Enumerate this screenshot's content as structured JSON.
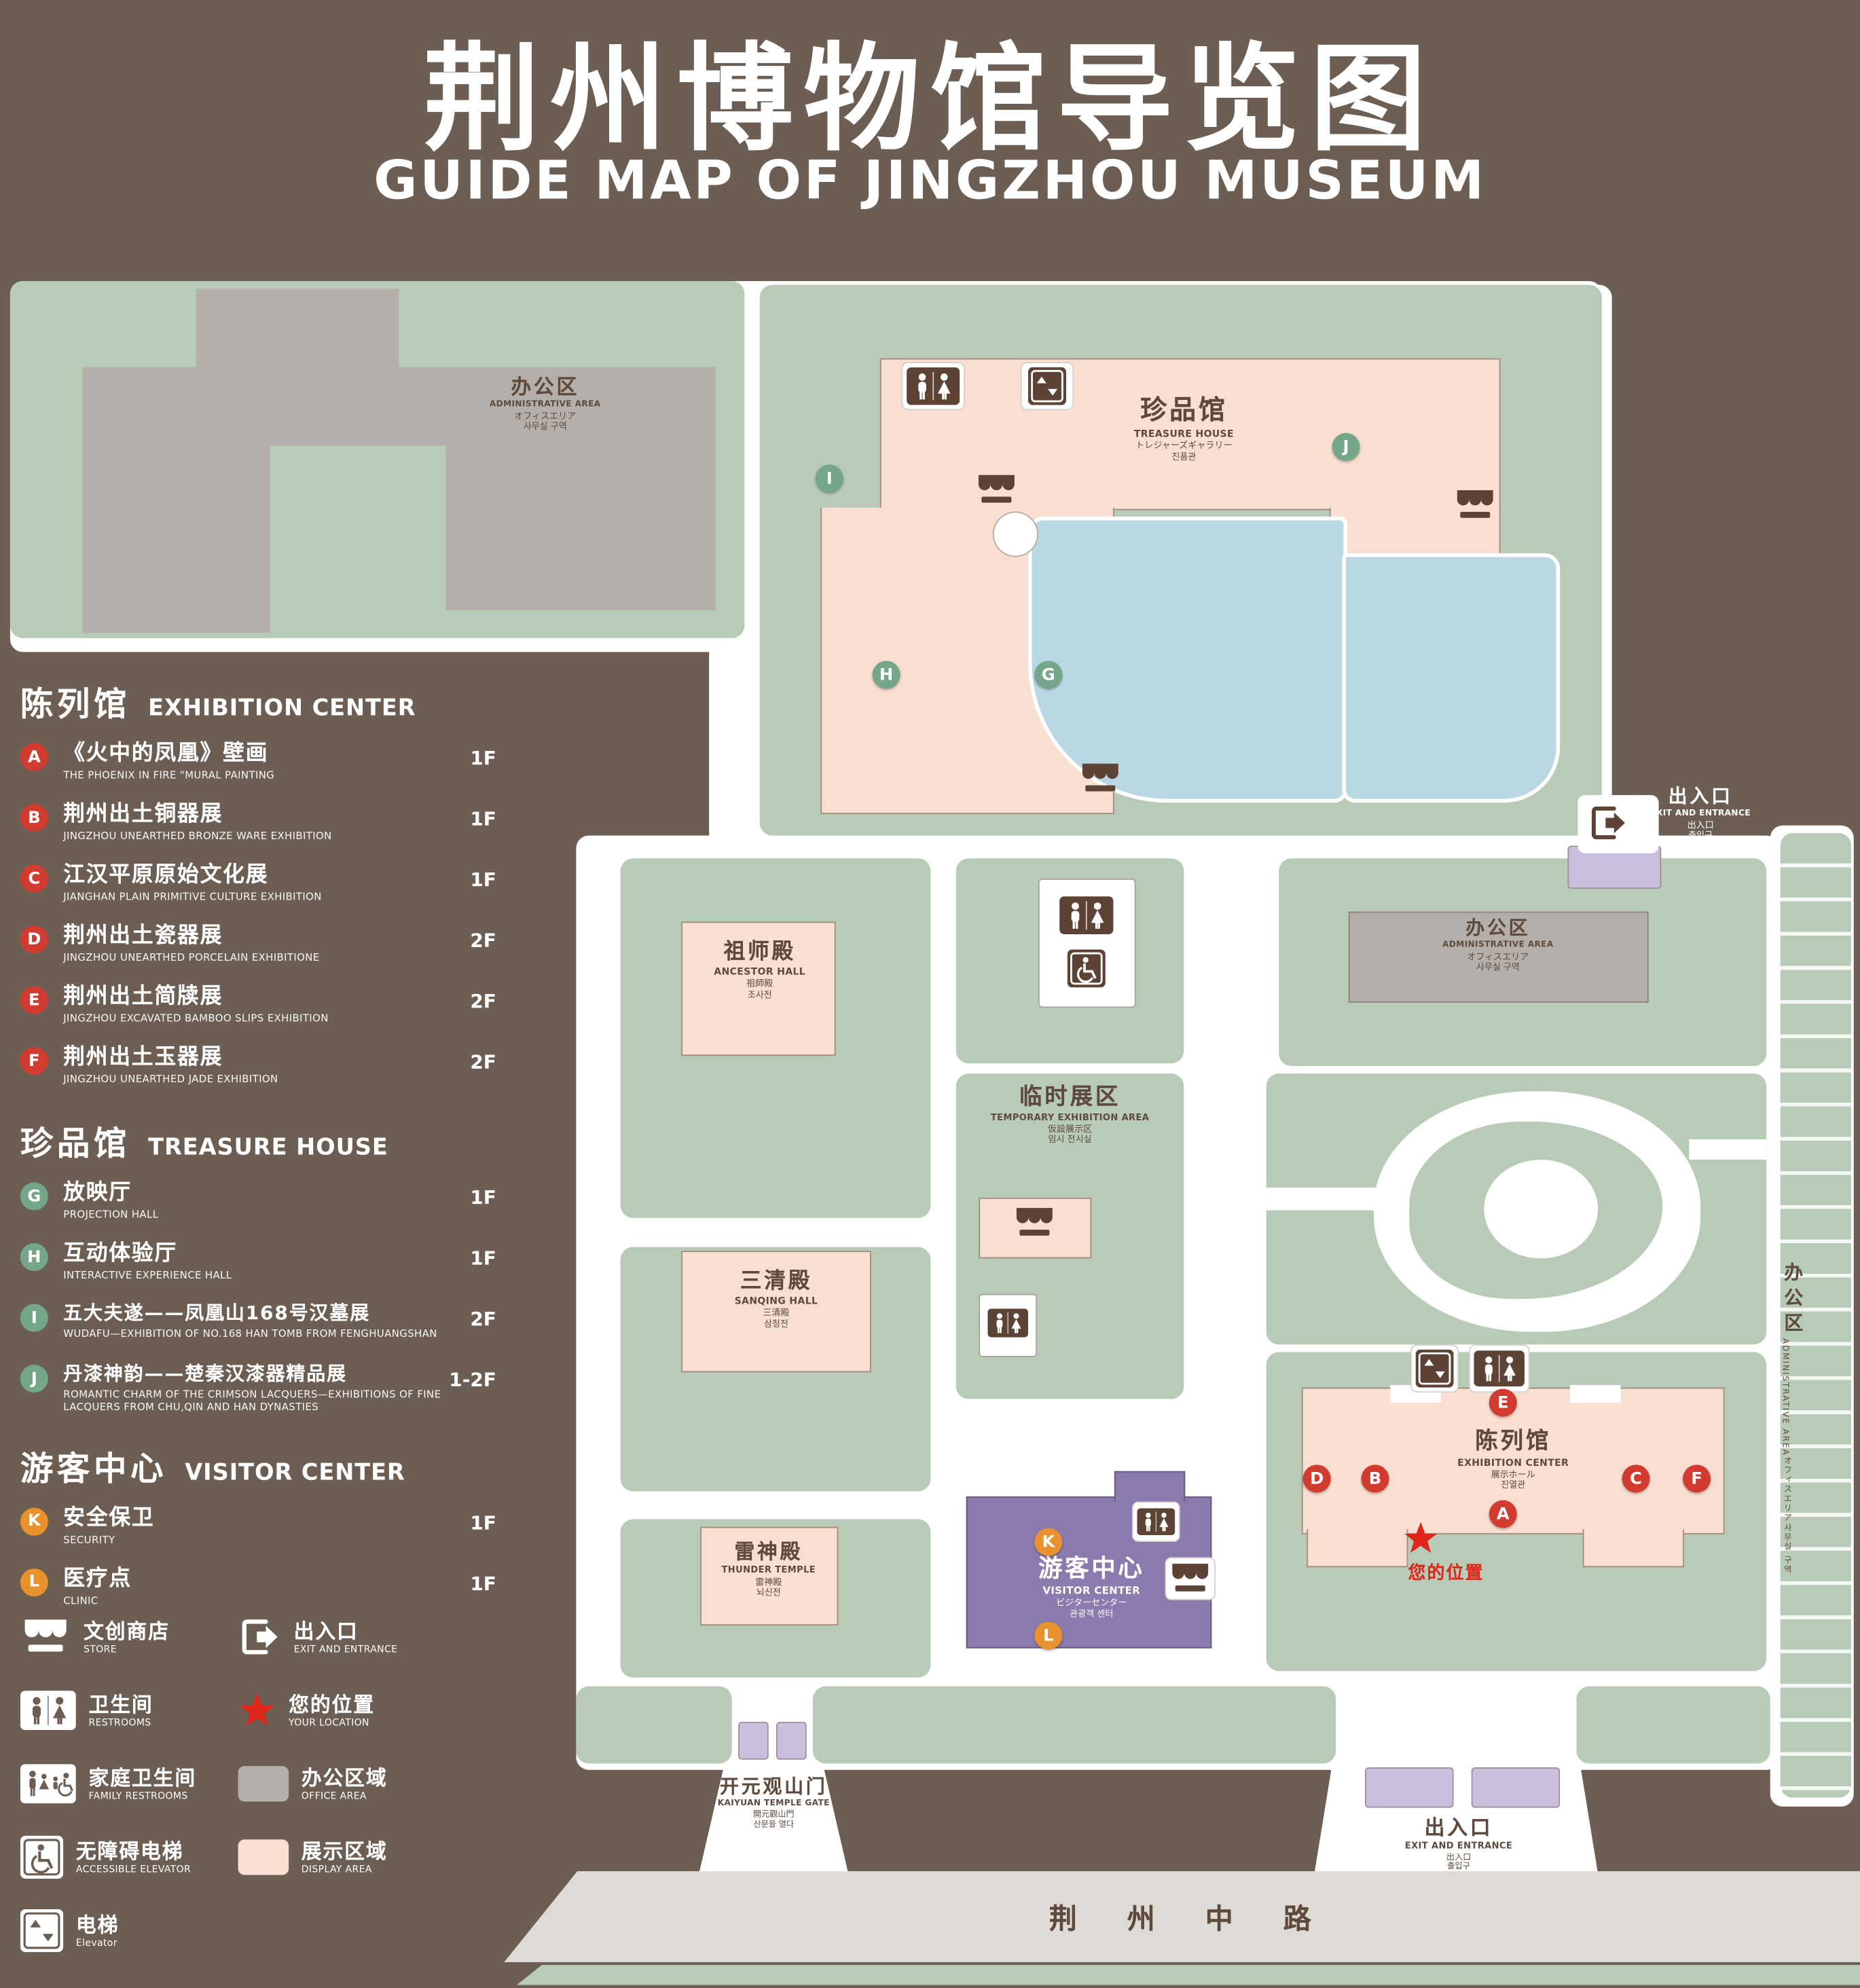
{
  "title": "荆州博物馆导览图",
  "subtitle": "GUIDE MAP OF JINGZHOU MUSEUM",
  "colors": {
    "background": "#6d5e53",
    "green": "#b7cbb6",
    "pink": "#f9ded2",
    "gray": "#b5afab",
    "purple": "#8a7aae",
    "light_purple": "#cabfdc",
    "pond": "#bad8e3",
    "road": "#dedad6",
    "ink": "#5d4a3c",
    "badge_red": "#d23b2f",
    "badge_green": "#74a68a",
    "badge_orange": "#e9912c",
    "star_red": "#e0251b"
  },
  "legend": {
    "sections": [
      {
        "zh": "陈列馆",
        "en": "EXHIBITION CENTER",
        "items": [
          {
            "id": "A",
            "zh": "《火中的凤凰》壁画",
            "en": "THE PHOENIX IN FIRE \"MURAL PAINTING",
            "floor": "1F"
          },
          {
            "id": "B",
            "zh": "荆州出土铜器展",
            "en": "JINGZHOU UNEARTHED BRONZE WARE EXHIBITION",
            "floor": "1F"
          },
          {
            "id": "C",
            "zh": "江汉平原原始文化展",
            "en": "JIANGHAN PLAIN PRIMITIVE CULTURE EXHIBITION",
            "floor": "1F"
          },
          {
            "id": "D",
            "zh": "荆州出土瓷器展",
            "en": "JINGZHOU UNEARTHED PORCELAIN EXHIBITIONE",
            "floor": "2F"
          },
          {
            "id": "E",
            "zh": "荆州出土简牍展",
            "en": "JINGZHOU EXCAVATED BAMBOO SLIPS EXHIBITION",
            "floor": "2F"
          },
          {
            "id": "F",
            "zh": "荆州出土玉器展",
            "en": "JINGZHOU UNEARTHED JADE EXHIBITION",
            "floor": "2F"
          }
        ]
      },
      {
        "zh": "珍品馆",
        "en": "TREASURE HOUSE",
        "items": [
          {
            "id": "G",
            "zh": "放映厅",
            "en": "PROJECTION HALL",
            "floor": "1F"
          },
          {
            "id": "H",
            "zh": "互动体验厅",
            "en": "INTERACTIVE EXPERIENCE HALL",
            "floor": "1F"
          },
          {
            "id": "I",
            "zh": "五大夫遂——凤凰山168号汉墓展",
            "en": "WUDAFU—EXHIBITION OF NO.168 HAN TOMB FROM FENGHUANGSHAN",
            "floor": "2F"
          },
          {
            "id": "J",
            "zh": "丹漆神韵——楚秦汉漆器精品展",
            "en": "ROMANTIC CHARM OF THE CRIMSON LACQUERS—EXHIBITIONS OF FINE LACQUERS FROM CHU,QIN AND HAN DYNASTIES",
            "floor": "1-2F"
          }
        ]
      },
      {
        "zh": "游客中心",
        "en": "VISITOR CENTER",
        "items": [
          {
            "id": "K",
            "zh": "安全保卫",
            "en": "SECURITY",
            "floor": "1F"
          },
          {
            "id": "L",
            "zh": "医疗点",
            "en": "CLINIC",
            "floor": "1F"
          }
        ]
      }
    ],
    "icons": [
      {
        "zh": "文创商店",
        "en": "STORE"
      },
      {
        "zh": "出入口",
        "en": "EXIT AND ENTRANCE"
      },
      {
        "zh": "卫生间",
        "en": "RESTROOMS"
      },
      {
        "zh": "您的位置",
        "en": "YOUR LOCATION"
      },
      {
        "zh": "家庭卫生间",
        "en": "FAMILY RESTROOMS"
      },
      {
        "zh": "办公区域",
        "en": "OFFICE AREA"
      },
      {
        "zh": "无障碍电梯",
        "en": "ACCESSIBLE ELEVATOR"
      },
      {
        "zh": "展示区域",
        "en": "DISPLAY AREA"
      },
      {
        "zh": "电梯",
        "en": "Elevator"
      }
    ]
  },
  "map": {
    "buildings": {
      "admin": {
        "zh": "办公区",
        "en": "ADMINISTRATIVE AREA",
        "ja": "オフィスエリア",
        "ko": "사무실 구역"
      },
      "treasure": {
        "zh": "珍品馆",
        "en": "TREASURE HOUSE",
        "ja": "トレジャーズギャラリー",
        "ko": "진품관"
      },
      "ancestor": {
        "zh": "祖师殿",
        "en": "ANCESTOR HALL",
        "ja": "祖師殿",
        "ko": "조사전"
      },
      "temp": {
        "zh": "临时展区",
        "en": "TEMPORARY EXHIBITION AREA",
        "ja": "仮設展示区",
        "ko": "임시 전시실"
      },
      "sanqing": {
        "zh": "三清殿",
        "en": "SANQING HALL",
        "ja": "三清殿",
        "ko": "삼청전"
      },
      "thunder": {
        "zh": "雷神殿",
        "en": "THUNDER TEMPLE",
        "ja": "雷神殿",
        "ko": "뇌신전"
      },
      "visitor": {
        "zh": "游客中心",
        "en": "VISITOR CENTER",
        "ja": "ビジターセンター",
        "ko": "관광객 센터"
      },
      "exhibition": {
        "zh": "陈列馆",
        "en": "EXHIBITION CENTER",
        "ja": "展示ホール",
        "ko": "진열관"
      },
      "gate": {
        "zh": "开元观山门",
        "en": "KAIYUAN TEMPLE GATE",
        "ja": "開元觀山門",
        "ko": "산문을 열다"
      },
      "exit": {
        "zh": "出入口",
        "en": "EXIT AND ENTRANCE",
        "ja": "出入口",
        "ko": "출입구"
      }
    },
    "road": "荆 州 中 路",
    "your_location": "您的位置",
    "badges": {
      "A": "A",
      "B": "B",
      "C": "C",
      "D": "D",
      "E": "E",
      "F": "F",
      "G": "G",
      "H": "H",
      "I": "I",
      "J": "J",
      "K": "K",
      "L": "L"
    }
  }
}
